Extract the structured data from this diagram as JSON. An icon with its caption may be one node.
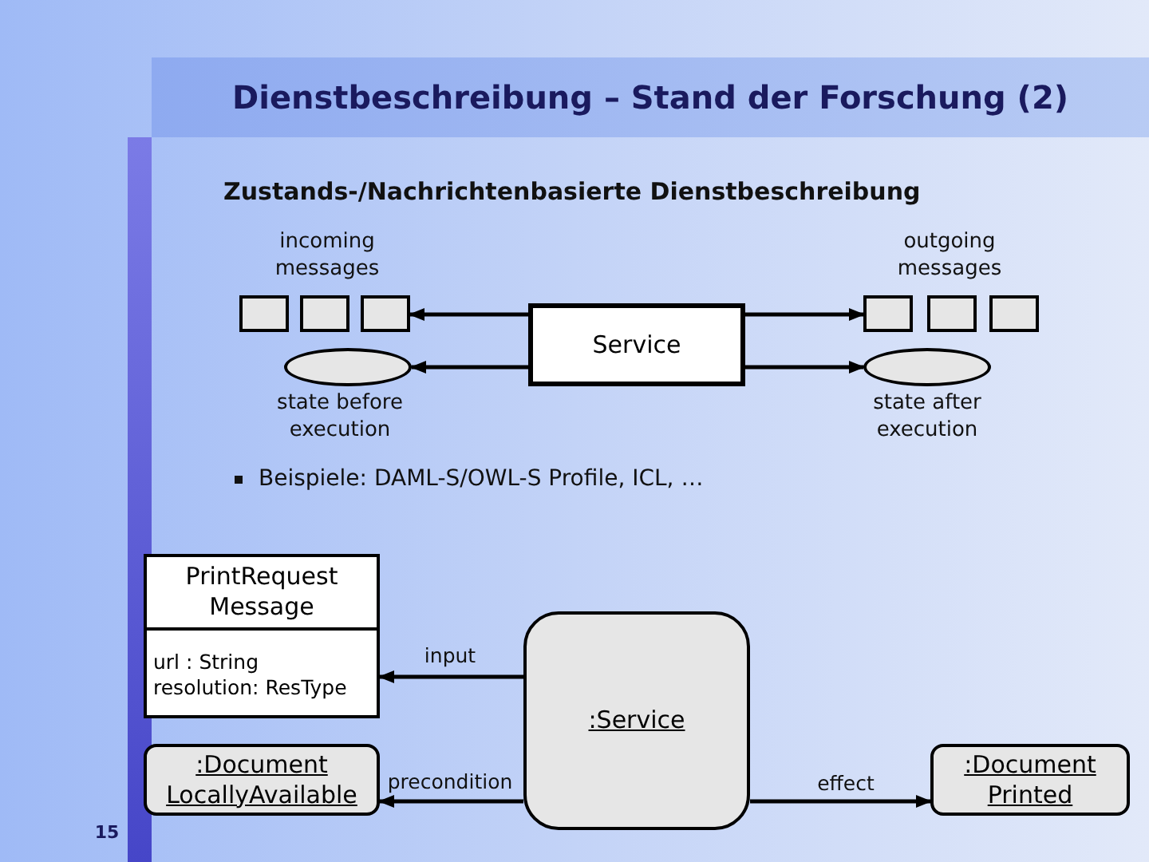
{
  "diagram": {
    "title": "Dienstbeschreibung – Stand der Forschung (2)",
    "nodes": [
      {
        "text": [],
        "shape": "box"
      },
      {
        "text": [],
        "shape": "box"
      },
      {
        "text": [],
        "shape": "box"
      },
      {
        "text": [],
        "shape": "ellipse",
        "beside": [
          "state before execution"
        ]
      },
      {
        "text": [
          "Service"
        ]
      },
      {
        "text": [],
        "shape": "box"
      },
      {
        "text": [],
        "shape": "box"
      },
      {
        "text": [],
        "shape": "box"
      },
      {
        "text": [],
        "shape": "ellipse",
        "beside": [
          "state after execution"
        ]
      },
      {
        "text": [
          "PrintRequest Message",
          "url : String",
          "resolution: ResType"
        ]
      },
      {
        "text": [
          ":Document LocallyAvailable"
        ]
      },
      {
        "text": [
          ":Service"
        ]
      },
      {
        "text": [
          ":Document Printed"
        ]
      }
    ],
    "edges": [
      {
        "from": 4,
        "to": 2,
        "arrow": "to"
      },
      {
        "from": 4,
        "to": 3,
        "arrow": "to"
      },
      {
        "from": 4,
        "to": 5,
        "arrow": "to"
      },
      {
        "from": 4,
        "to": 8,
        "arrow": "to"
      },
      {
        "from": 11,
        "to": 9,
        "arrow": "to",
        "label": "input"
      },
      {
        "from": 11,
        "to": 10,
        "arrow": "to",
        "label": "precondition"
      },
      {
        "from": 11,
        "to": 12,
        "arrow": "to",
        "label": "effect"
      }
    ],
    "labels": [
      "Zustands-/Nachrichtenbasierte Dienstbeschreibung",
      "incoming messages",
      "outgoing messages",
      "Beispiele: DAML-S/OWL-S Profile, ICL, …",
      "15"
    ]
  }
}
